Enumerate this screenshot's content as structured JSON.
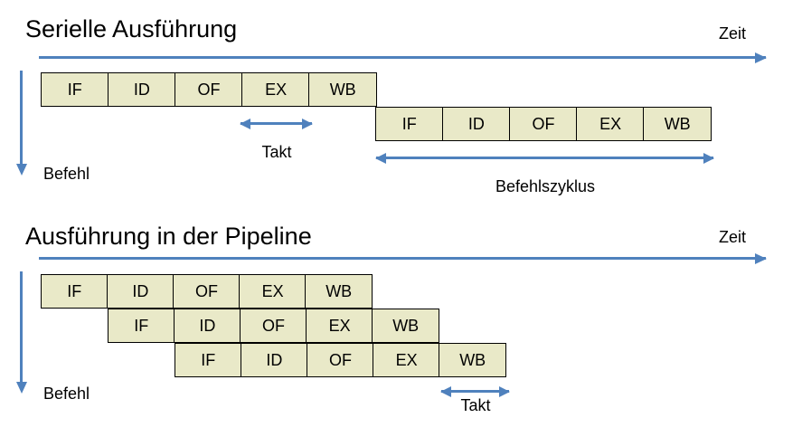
{
  "colors": {
    "accent": "#4f81bd",
    "box_fill": "#e9e9c8",
    "box_border": "#000000",
    "text": "#000000",
    "background": "#ffffff"
  },
  "diagram": {
    "type": "pipeline-timing-diagram",
    "stage_names": [
      "IF",
      "ID",
      "OF",
      "EX",
      "WB"
    ]
  },
  "serial": {
    "title": "Serielle Ausführung",
    "time_axis_label": "Zeit",
    "instruction_axis_label": "Befehl",
    "rows": [
      {
        "start_stage_index": 0,
        "stages": [
          "IF",
          "ID",
          "OF",
          "EX",
          "WB"
        ]
      },
      {
        "start_stage_index": 5,
        "stages": [
          "IF",
          "ID",
          "OF",
          "EX",
          "WB"
        ]
      }
    ],
    "measures": [
      {
        "label": "Takt",
        "span_stages": 1
      },
      {
        "label": "Befehlszyklus",
        "span_stages": 5
      }
    ]
  },
  "pipeline": {
    "title": "Ausführung in der Pipeline",
    "time_axis_label": "Zeit",
    "instruction_axis_label": "Befehl",
    "rows": [
      {
        "start_stage_index": 0,
        "stages": [
          "IF",
          "ID",
          "OF",
          "EX",
          "WB"
        ]
      },
      {
        "start_stage_index": 1,
        "stages": [
          "IF",
          "ID",
          "OF",
          "EX",
          "WB"
        ]
      },
      {
        "start_stage_index": 2,
        "stages": [
          "IF",
          "ID",
          "OF",
          "EX",
          "WB"
        ]
      }
    ],
    "measures": [
      {
        "label": "Takt",
        "span_stages": 1
      }
    ]
  }
}
